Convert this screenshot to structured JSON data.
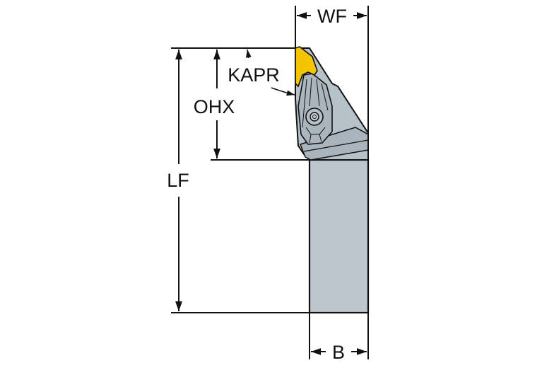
{
  "diagram": {
    "type": "turning-tool-holder-dimension-drawing",
    "labels": {
      "wf": "WF",
      "kapr": "KAPR",
      "ohx": "OHX",
      "lf": "LF",
      "b": "B"
    },
    "colors": {
      "line": "#111111",
      "shank_fill": "#bdc6cd",
      "head_fill": "#b7c1c8",
      "head_shadow": "#9ea9b1",
      "insert_fill": "#f5c400",
      "background": "#ffffff"
    }
  }
}
